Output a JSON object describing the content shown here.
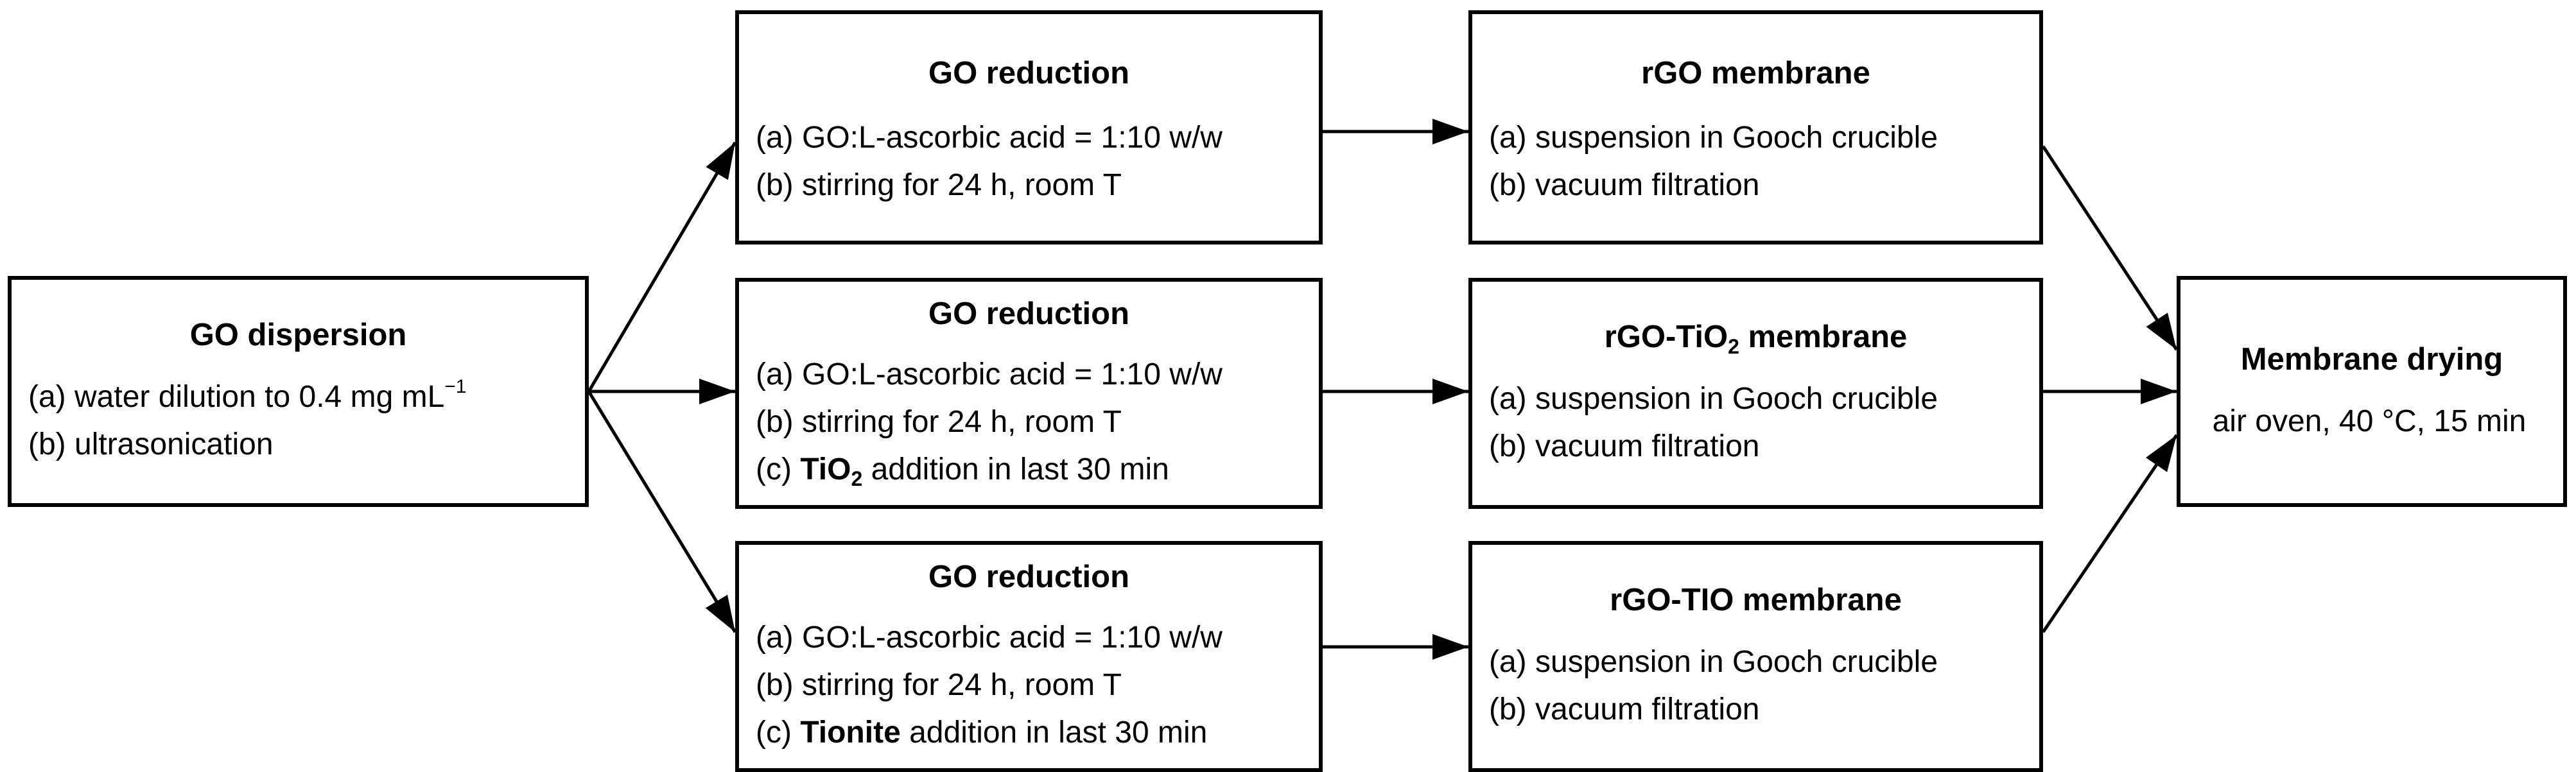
{
  "figure": {
    "colors": {
      "stroke": "#000000",
      "background": "#ffffff",
      "text": "#000000"
    },
    "boxes": [
      {
        "name": "go-dispersion",
        "title": [
          {
            "t": "GO dispersion"
          }
        ],
        "lines": [
          [
            {
              "t": "(a) water dilution to 0.4 mg mL"
            },
            {
              "t": "−1",
              "sup": true
            }
          ],
          [
            {
              "t": "(b) ultrasonication"
            }
          ]
        ]
      },
      {
        "name": "go-reduction-rgo",
        "title": [
          {
            "t": "GO reduction"
          }
        ],
        "lines": [
          [
            {
              "t": "(a) GO:L-ascorbic acid = 1:10 w/w"
            }
          ],
          [
            {
              "t": "(b) stirring for 24 h, room T"
            }
          ]
        ]
      },
      {
        "name": "go-reduction-tio2",
        "title": [
          {
            "t": "GO reduction"
          }
        ],
        "lines": [
          [
            {
              "t": "(a) GO:L-ascorbic acid = 1:10 w/w"
            }
          ],
          [
            {
              "t": "(b) stirring for 24 h, room T"
            }
          ],
          [
            {
              "t": "(c) "
            },
            {
              "t": "TiO",
              "b": true
            },
            {
              "t": "2",
              "b": true,
              "sub": true
            },
            {
              "t": " addition in last 30 min"
            }
          ]
        ]
      },
      {
        "name": "go-reduction-tionite",
        "title": [
          {
            "t": "GO reduction"
          }
        ],
        "lines": [
          [
            {
              "t": "(a) GO:L-ascorbic acid = 1:10 w/w"
            }
          ],
          [
            {
              "t": "(b) stirring for 24 h, room T"
            }
          ],
          [
            {
              "t": "(c) "
            },
            {
              "t": "Tionite",
              "b": true
            },
            {
              "t": " addition in last 30 min"
            }
          ]
        ]
      },
      {
        "name": "rgo-membrane",
        "title": [
          {
            "t": "rGO membrane"
          }
        ],
        "lines": [
          [
            {
              "t": "(a) suspension in Gooch crucible"
            }
          ],
          [
            {
              "t": "(b) vacuum filtration"
            }
          ]
        ]
      },
      {
        "name": "rgo-tio2-membrane",
        "title": [
          {
            "t": "rGO-TiO"
          },
          {
            "t": "2",
            "sub": true
          },
          {
            "t": " membrane"
          }
        ],
        "lines": [
          [
            {
              "t": "(a) suspension in Gooch crucible"
            }
          ],
          [
            {
              "t": "(b) vacuum filtration"
            }
          ]
        ]
      },
      {
        "name": "rgo-tio-membrane",
        "title": [
          {
            "t": "rGO-TIO membrane"
          }
        ],
        "lines": [
          [
            {
              "t": "(a) suspension in Gooch crucible"
            }
          ],
          [
            {
              "t": "(b) vacuum filtration"
            }
          ]
        ]
      },
      {
        "name": "membrane-drying",
        "title": [
          {
            "t": "Membrane drying"
          }
        ],
        "lines": [
          [
            {
              "t": "air oven, 40 °C, 15 min"
            }
          ]
        ]
      }
    ],
    "connections": [
      {
        "from": "go-dispersion",
        "to": "go-reduction-rgo"
      },
      {
        "from": "go-dispersion",
        "to": "go-reduction-tio2"
      },
      {
        "from": "go-dispersion",
        "to": "go-reduction-tionite"
      },
      {
        "from": "go-reduction-rgo",
        "to": "rgo-membrane"
      },
      {
        "from": "go-reduction-tio2",
        "to": "rgo-tio2-membrane"
      },
      {
        "from": "go-reduction-tionite",
        "to": "rgo-tio-membrane"
      },
      {
        "from": "rgo-membrane",
        "to": "membrane-drying"
      },
      {
        "from": "rgo-tio2-membrane",
        "to": "membrane-drying"
      },
      {
        "from": "rgo-tio-membrane",
        "to": "membrane-drying"
      }
    ]
  }
}
